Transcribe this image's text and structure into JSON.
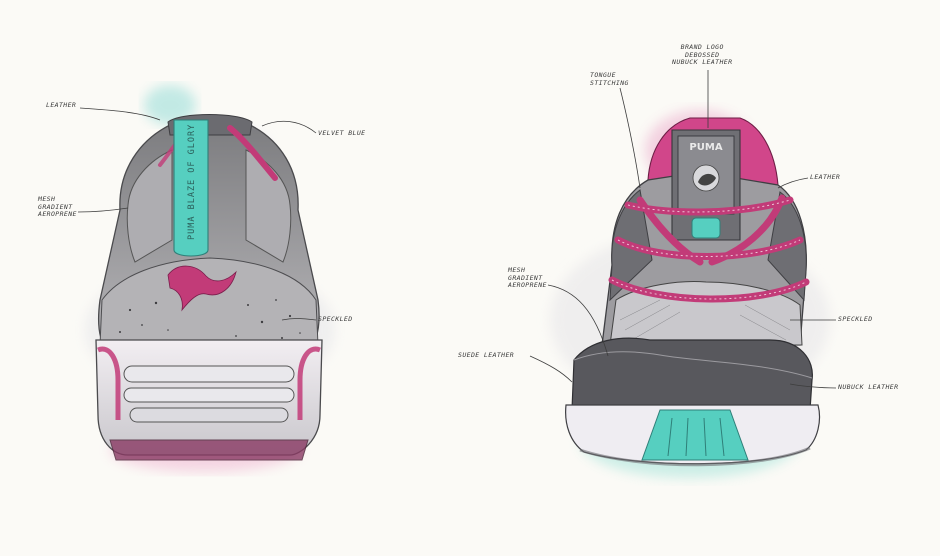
{
  "left_shoe": {
    "labels": {
      "leather": "LEATHER",
      "velvet": "VELVET BLUE",
      "mesh": "MESH\nGRADIENT\nAEROPRENE",
      "speckled": "SPECKLED"
    }
  },
  "right_shoe": {
    "labels": {
      "brand_logo": "BRAND LOGO\nDEBOSSED\nNUBUCK LEATHER",
      "tongue": "TONGUE\nSTITCHING",
      "leather": "LEATHER",
      "mesh": "MESH\nGRADIENT\nAEROPRENE",
      "speckled": "SPECKLED",
      "suede": "SUEDE LEATHER",
      "nubuck": "NUBUCK LEATHER"
    }
  },
  "colors": {
    "magenta": "#c23b78",
    "teal": "#56cfc0",
    "grey": "#8a8a8a",
    "paper": "#fbfaf6"
  }
}
